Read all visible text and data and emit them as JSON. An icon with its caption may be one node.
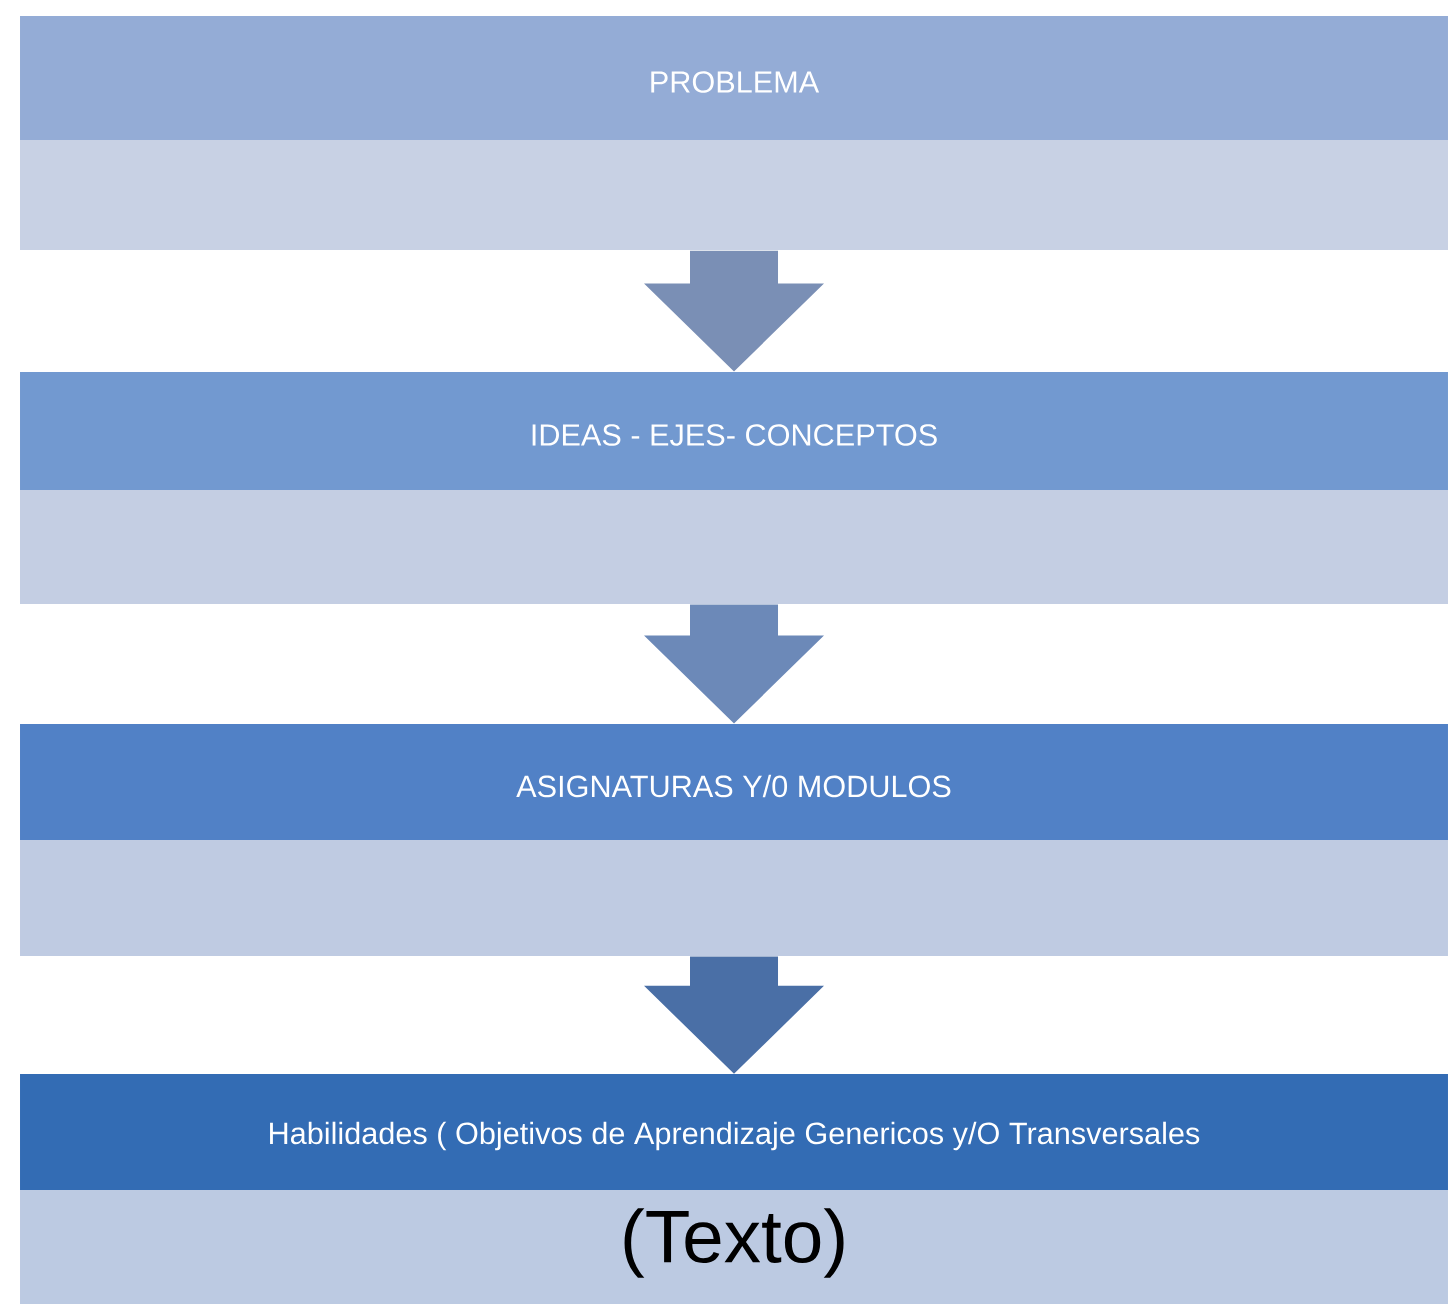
{
  "diagram": {
    "nodes": [
      {
        "text": [
          "PROBLEMA"
        ]
      },
      {
        "text": [
          "IDEAS - EJES- CONCEPTOS"
        ]
      },
      {
        "text": [
          "ASIGNATURAS Y/0 MODULOS"
        ]
      },
      {
        "text": [
          "Habilidades ( Objetivos de Aprendizaje Genericos y/O Transversales",
          "(Texto)"
        ]
      }
    ],
    "edges": [
      {
        "from": 0,
        "to": 1,
        "arrow": "to"
      },
      {
        "from": 1,
        "to": 2,
        "arrow": "to"
      },
      {
        "from": 2,
        "to": 3,
        "arrow": "to"
      }
    ]
  }
}
